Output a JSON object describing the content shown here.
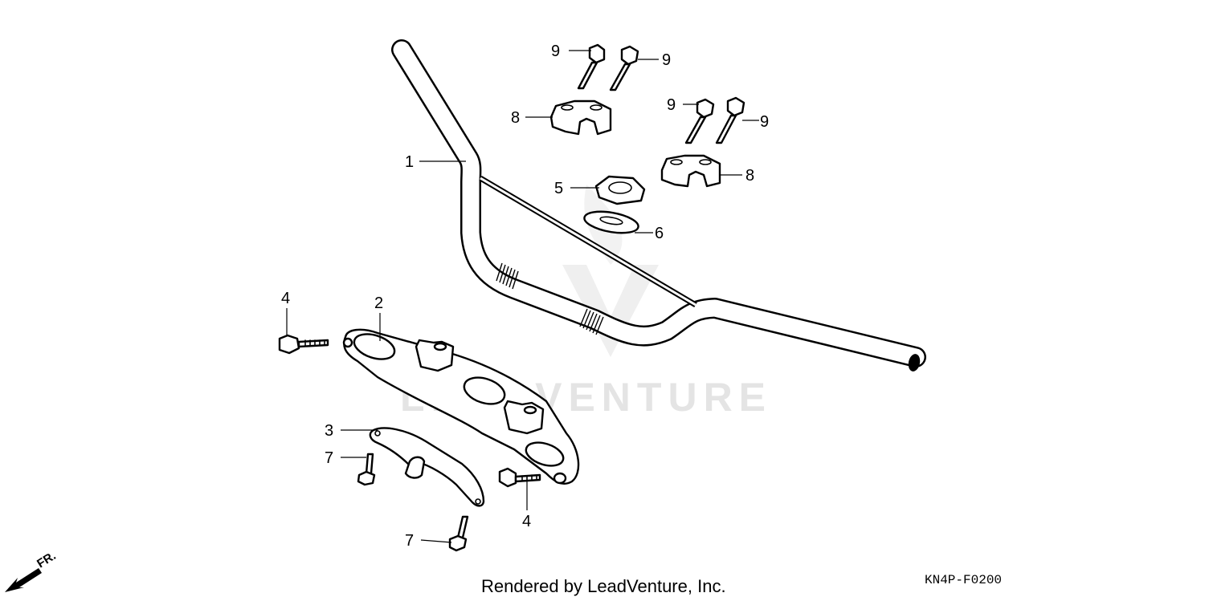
{
  "diagram": {
    "callouts": [
      {
        "id": "c1",
        "text": "1"
      },
      {
        "id": "c2",
        "text": "2"
      },
      {
        "id": "c3",
        "text": "3"
      },
      {
        "id": "c4a",
        "text": "4"
      },
      {
        "id": "c4b",
        "text": "4"
      },
      {
        "id": "c5",
        "text": "5"
      },
      {
        "id": "c6",
        "text": "6"
      },
      {
        "id": "c7a",
        "text": "7"
      },
      {
        "id": "c7b",
        "text": "7"
      },
      {
        "id": "c8a",
        "text": "8"
      },
      {
        "id": "c8b",
        "text": "8"
      },
      {
        "id": "c9a",
        "text": "9"
      },
      {
        "id": "c9b",
        "text": "9"
      },
      {
        "id": "c9c",
        "text": "9"
      },
      {
        "id": "c9d",
        "text": "9"
      }
    ],
    "watermark": "LEADVENTURE",
    "front_indicator": "FR.",
    "footer_credit": "Rendered by LeadVenture, Inc.",
    "diagram_code": "KN4P-F0200"
  }
}
